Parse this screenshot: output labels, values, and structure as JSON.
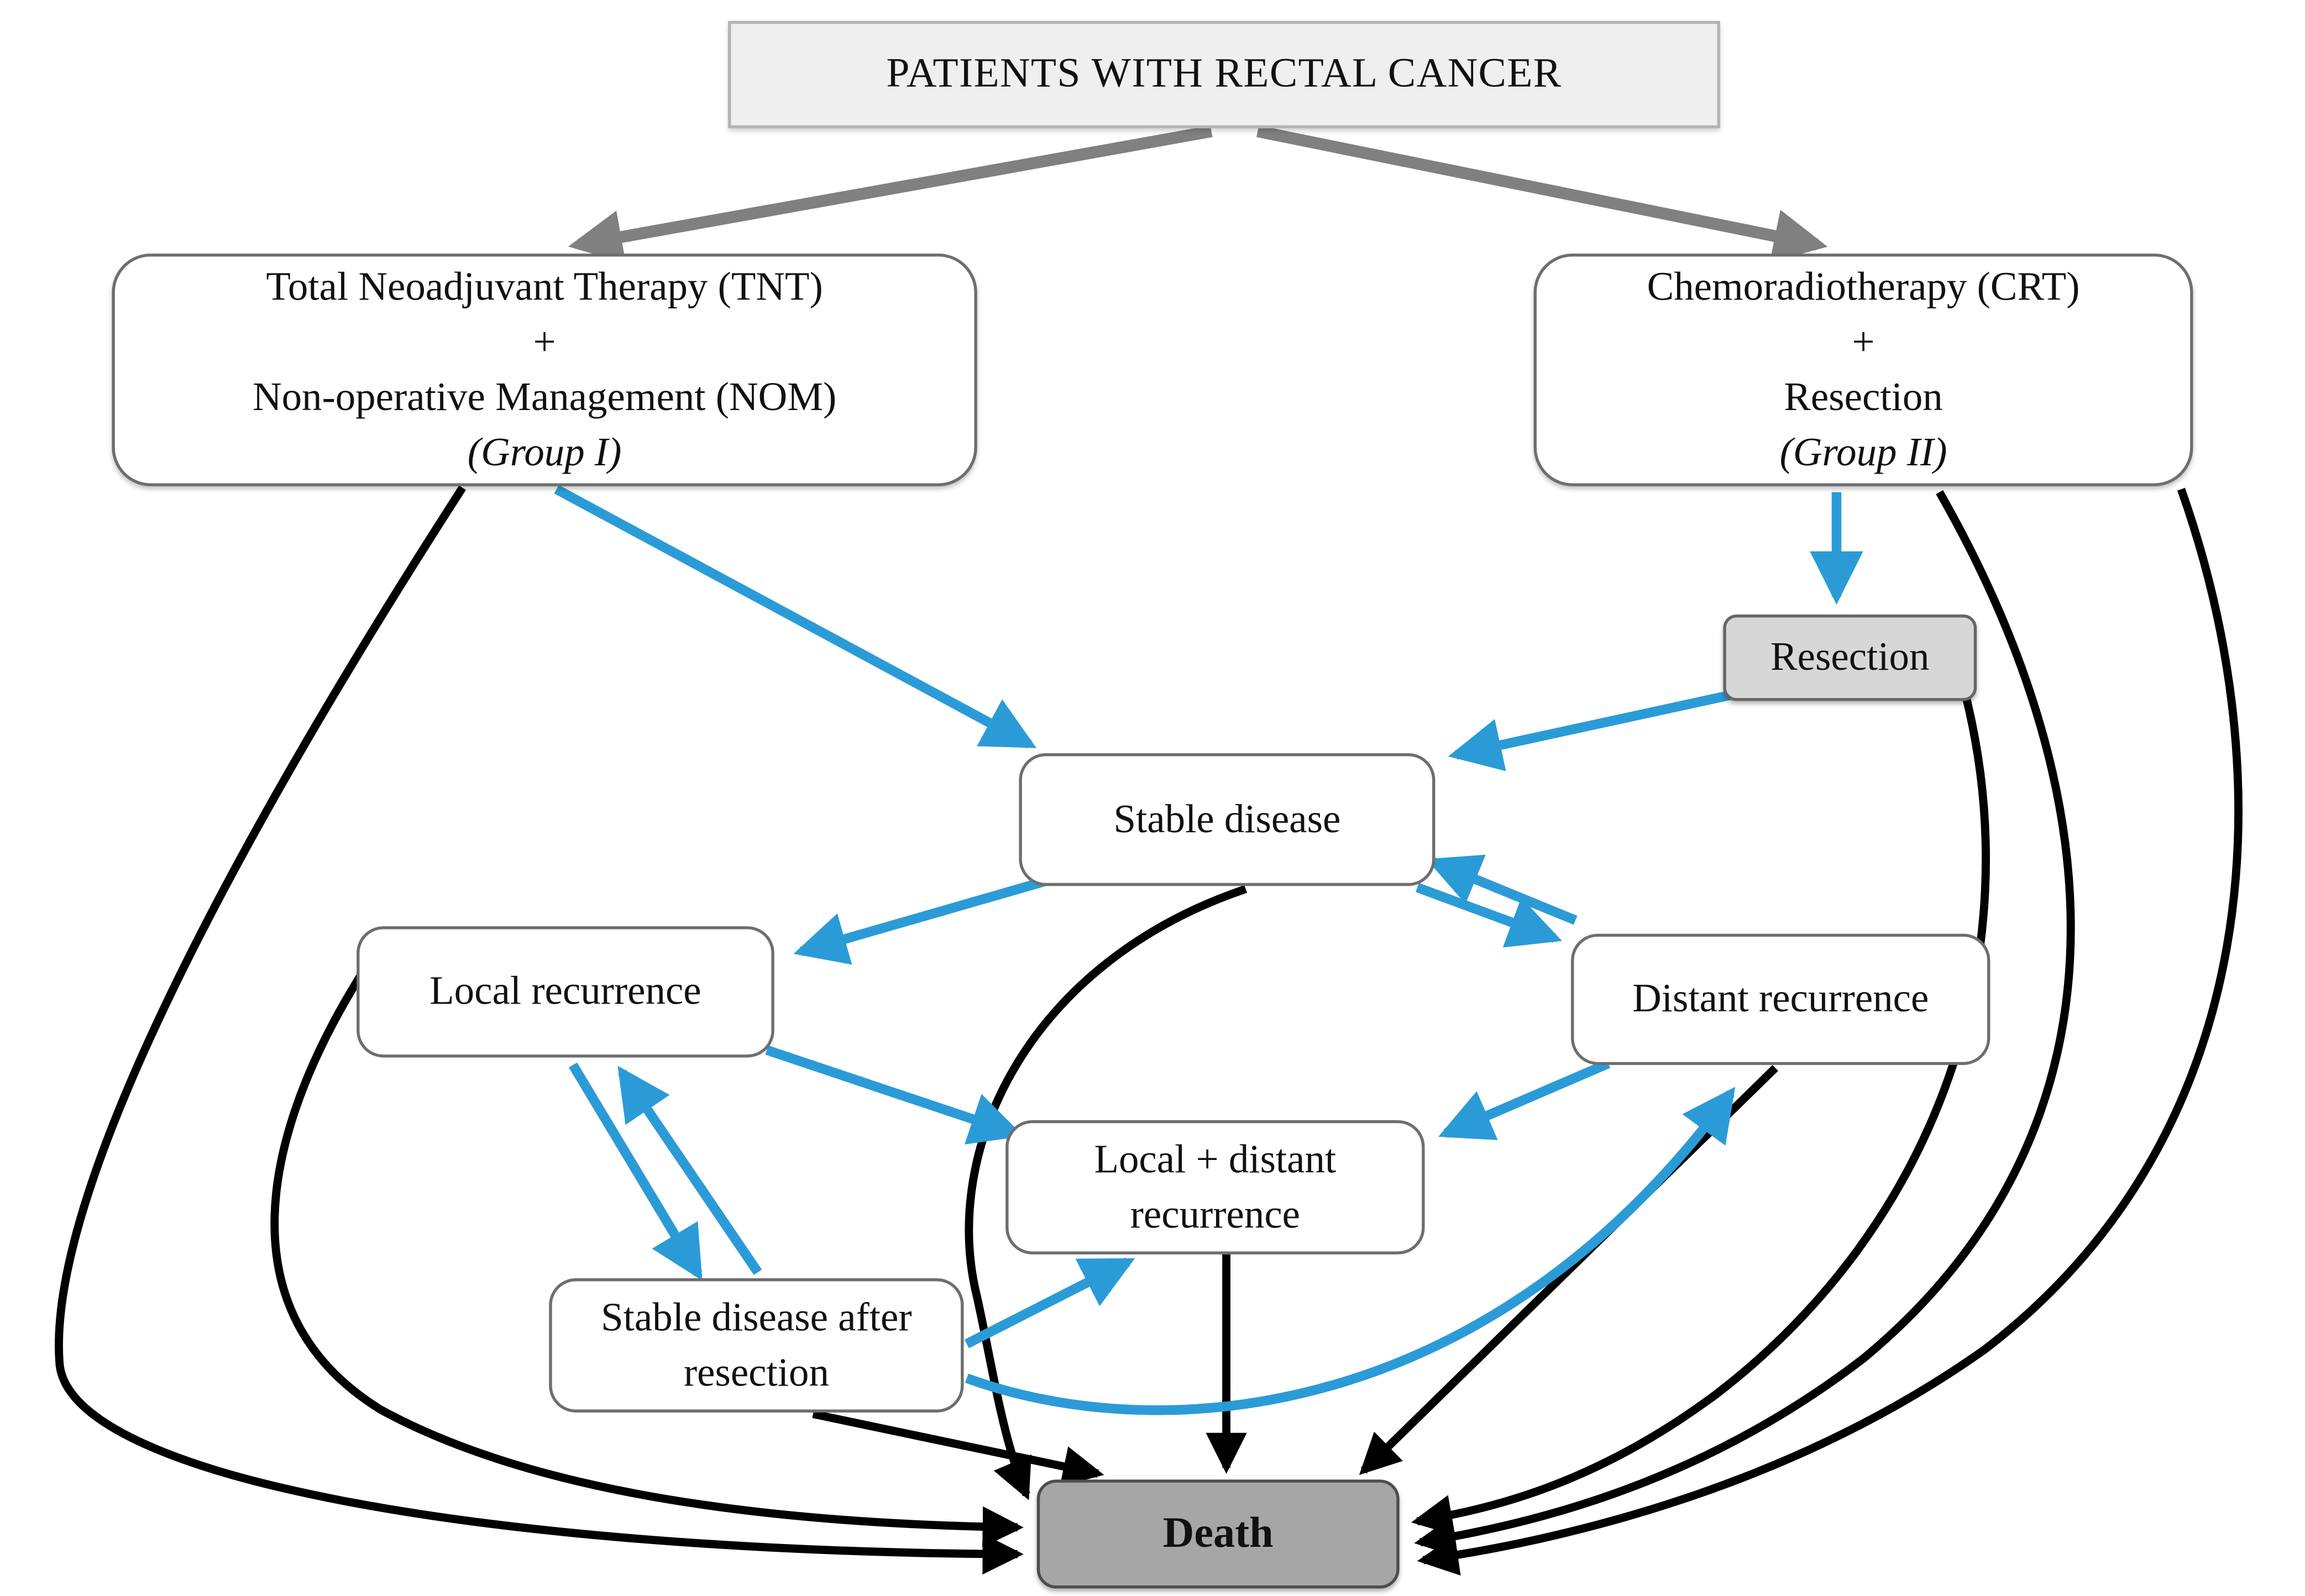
{
  "figure": {
    "type": "flowchart",
    "title": "PATIENTS WITH RECTAL CANCER"
  },
  "colors": {
    "blue_arrow": "#2b9bd7",
    "gray_arrow": "#808080",
    "black_arrow": "#000000",
    "patients_fill": "#efefef",
    "resection_fill": "#d7d7d7",
    "death_fill": "#a6a6a6",
    "node_fill": "#ffffff",
    "node_border": "#6e6e6e"
  },
  "nodes": {
    "patients": {
      "label": "PATIENTS WITH RECTAL CANCER"
    },
    "group1": {
      "line1": "Total Neoadjuvant Therapy (TNT)",
      "line2": "+",
      "line3": "Non-operative Management (NOM)",
      "line4": "(Group I)"
    },
    "group2": {
      "line1": "Chemoradiotherapy (CRT)",
      "line2": "+",
      "line3": "Resection",
      "line4": "(Group II)"
    },
    "resection": {
      "label": "Resection"
    },
    "stable_disease": {
      "label": "Stable disease"
    },
    "local_recurrence": {
      "label": "Local recurrence"
    },
    "distant_recurrence": {
      "label": "Distant recurrence"
    },
    "local_distant_recurrence": {
      "line1": "Local + distant",
      "line2": "recurrence"
    },
    "stable_after_resection": {
      "line1": "Stable disease after",
      "line2": "resection"
    },
    "death": {
      "label": "Death"
    }
  },
  "edges": [
    {
      "from": "patients",
      "to": "group1",
      "color": "gray"
    },
    {
      "from": "patients",
      "to": "group2",
      "color": "gray"
    },
    {
      "from": "group1",
      "to": "stable_disease",
      "color": "blue"
    },
    {
      "from": "group2",
      "to": "resection",
      "color": "blue"
    },
    {
      "from": "resection",
      "to": "stable_disease",
      "color": "blue"
    },
    {
      "from": "stable_disease",
      "to": "local_recurrence",
      "color": "blue"
    },
    {
      "from": "stable_disease",
      "to": "distant_recurrence",
      "color": "blue",
      "bidirectional": true
    },
    {
      "from": "local_recurrence",
      "to": "local_distant_recurrence",
      "color": "blue"
    },
    {
      "from": "distant_recurrence",
      "to": "local_distant_recurrence",
      "color": "blue"
    },
    {
      "from": "local_recurrence",
      "to": "stable_after_resection",
      "color": "blue",
      "bidirectional": true
    },
    {
      "from": "stable_after_resection",
      "to": "local_distant_recurrence",
      "color": "blue"
    },
    {
      "from": "stable_after_resection",
      "to": "distant_recurrence",
      "color": "blue"
    },
    {
      "from": "group1",
      "to": "death",
      "color": "black"
    },
    {
      "from": "group2",
      "to": "death",
      "color": "black"
    },
    {
      "from": "resection",
      "to": "death",
      "color": "black"
    },
    {
      "from": "stable_disease",
      "to": "death",
      "color": "black"
    },
    {
      "from": "local_recurrence",
      "to": "death",
      "color": "black"
    },
    {
      "from": "distant_recurrence",
      "to": "death",
      "color": "black"
    },
    {
      "from": "local_distant_recurrence",
      "to": "death",
      "color": "black"
    },
    {
      "from": "stable_after_resection",
      "to": "death",
      "color": "black"
    }
  ]
}
